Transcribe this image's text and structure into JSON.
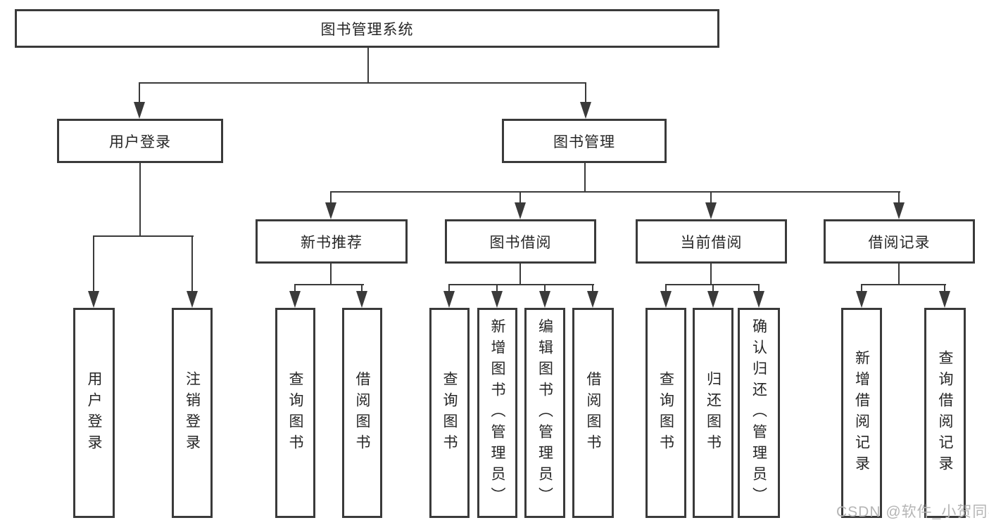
{
  "diagram": {
    "type": "hierarchy-tree",
    "colors": {
      "line": "#3a3a3a",
      "box_border": "#3a3a3a",
      "text": "#262626",
      "background": "#ffffff",
      "watermark": "#b5b5b5"
    },
    "tree": {
      "label": "图书管理系统",
      "children": [
        {
          "label": "用户登录",
          "children": [
            {
              "label": "用户登录"
            },
            {
              "label": "注销登录"
            }
          ]
        },
        {
          "label": "图书管理",
          "children": [
            {
              "label": "新书推荐",
              "children": [
                {
                  "label": "查询图书"
                },
                {
                  "label": "借阅图书"
                }
              ]
            },
            {
              "label": "图书借阅",
              "children": [
                {
                  "label": "查询图书"
                },
                {
                  "label": "新增图书（管理员）"
                },
                {
                  "label": "编辑图书（管理员）"
                },
                {
                  "label": "借阅图书"
                }
              ]
            },
            {
              "label": "当前借阅",
              "children": [
                {
                  "label": "查询图书"
                },
                {
                  "label": "归还图书"
                },
                {
                  "label": "确认归还（管理员）"
                }
              ]
            },
            {
              "label": "借阅记录",
              "children": [
                {
                  "label": "新增借阅记录"
                },
                {
                  "label": "查询借阅记录"
                }
              ]
            }
          ]
        }
      ]
    }
  },
  "watermark": {
    "text": "CSDN @软件_小贺同学"
  }
}
